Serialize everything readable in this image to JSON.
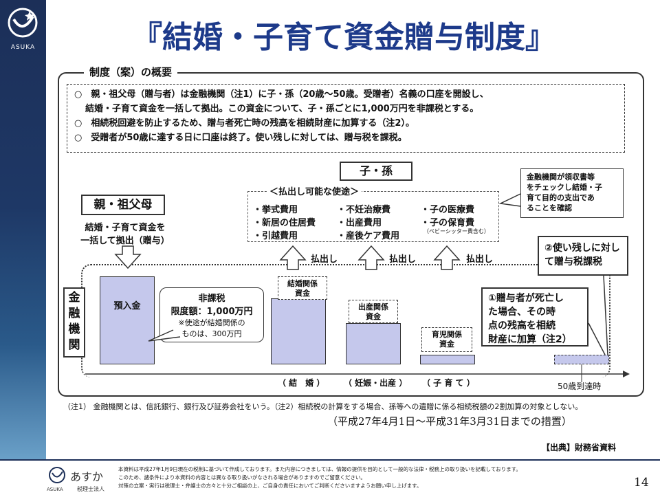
{
  "brand": {
    "logo_text": "ASUKA",
    "footer_name": "あすか",
    "footer_sub": "税理士法人",
    "footer_en": "ASUKA"
  },
  "title": "『結婚・子育て資金贈与制度』",
  "overview_label": "制度（案）の概要",
  "summary": {
    "line1": "○　親・祖父母（贈与者）は金融機関（注1）に子・孫（20歳～50歳。受贈者）名義の口座を開設し、",
    "line2": "結婚・子育て資金を一括して拠出。この資金について、子・孫ごとに1,000万円を非課税とする。",
    "line3": "○　相続税回避を防止するため、贈与者死亡時の残高を相続財産に加算する（注2）。",
    "line4": "○　受贈者が50歳に達する日に口座は終了。使い残しに対しては、贈与税を課税。"
  },
  "child_label": "子・孫",
  "uses": {
    "title": "＜払出し可能な使途＞",
    "col1": [
      "・挙式費用",
      "・新居の住居費",
      "・引越費用"
    ],
    "col2": [
      "・不妊治療費",
      "・出産費用",
      "・産後ケア費用"
    ],
    "col3": [
      "・子の医療費",
      "・子の保育費"
    ],
    "note": "（ベビーシッター費含む）"
  },
  "check_callout": [
    "金融機関が領収書等",
    "をチェックし結婚・子",
    "育て目的の支出であ",
    "ることを確認"
  ],
  "parents_label": "親・祖父母",
  "parents_desc": [
    "結婚・子育て資金を",
    "一括して拠出（贈与）"
  ],
  "bank_label": [
    "金",
    "融",
    "機",
    "関"
  ],
  "deposit_label": "預入金",
  "tax_free": {
    "title": "非課税",
    "limit": "限度額：1,000万円",
    "note1": "※使途が結婚関係の",
    "note2": "ものは、300万円"
  },
  "funds": {
    "marriage": [
      "結婚関係",
      "資金"
    ],
    "birth": [
      "出産関係",
      "資金"
    ],
    "childcare": [
      "育児関係",
      "資金"
    ]
  },
  "payout_label": "払出し",
  "remain_box": [
    "②使い残しに対し",
    "て贈与税課税"
  ],
  "death_box": [
    "①贈与者が死亡し",
    "た場合、その時",
    "点の残高を相続",
    "財産に加算（注2）"
  ],
  "timeline": {
    "marriage": "（ 結　婚 ）",
    "birth": "（ 妊娠・出産 ）",
    "childcare": "（ 子 育 て ）",
    "end": "50歳到達時"
  },
  "note": "（注1） 金融機関とは、信託銀行、銀行及び証券会社をいう。（注2）相続税の計算をする場合、孫等への遺贈に係る相続税額の2割加算の対象としない。",
  "period": "（平成27年4月1日～平成31年3月31日までの措置）",
  "source": "【出典】財務省資料",
  "disclaimer": [
    "本資料は平成27年1月9日現在の税制に基づいて作成しております。また内容につきましては、情報の提供を目的として一般的な法律・税務上の取り扱いを記載しております。",
    "このため、諸条件により本資料の内容とは異なる取り扱いがなされる場合がありますのでご留意ください。",
    "対策の立案・実行は税理士・弁護士の方々と十分ご相談の上、ご自身の責任においてご判断くださいますようお願い申し上げます。"
  ],
  "page_number": "14",
  "colors": {
    "title": "#1d3a8a",
    "fund_fill": "#c5c8ec",
    "sidebar": "#1c2f58"
  }
}
